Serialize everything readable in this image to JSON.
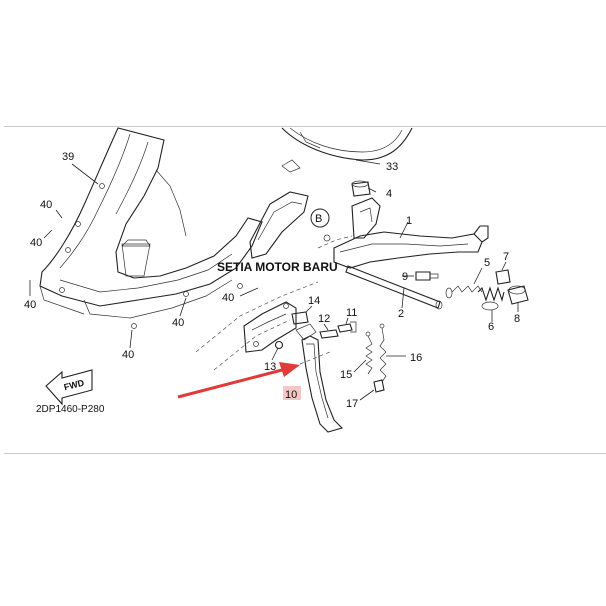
{
  "watermark": "SETIA MOTOR BARU",
  "diagram_code": "2DP1460-P280",
  "fwd_label": "FWD",
  "view_marker": "B",
  "highlight_color": "#e23a3a",
  "highlight_box_color": "#f6c6c6",
  "callouts": {
    "c1": "1",
    "c2": "2",
    "c4": "4",
    "c5": "5",
    "c6": "6",
    "c7": "7",
    "c8": "8",
    "c9": "9",
    "c10": "10",
    "c11": "11",
    "c12": "12",
    "c13": "13",
    "c14": "14",
    "c15": "15",
    "c16": "16",
    "c17": "17",
    "c33": "33",
    "c39": "39",
    "c40a": "40",
    "c40b": "40",
    "c40c": "40",
    "c40d": "40",
    "c40e": "40",
    "c40f": "40"
  }
}
